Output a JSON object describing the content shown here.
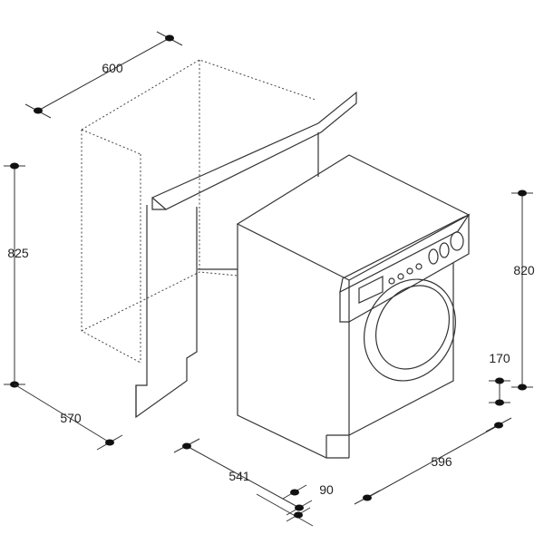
{
  "dimensions": {
    "cabinet_width": "600",
    "cabinet_height": "825",
    "cabinet_depth": "570",
    "machine_depth": "541",
    "toe_depth": "90",
    "machine_width": "596",
    "machine_height": "820",
    "kick_height": "170"
  },
  "colors": {
    "line": "#333333",
    "marker": "#111111",
    "background": "#ffffff"
  }
}
